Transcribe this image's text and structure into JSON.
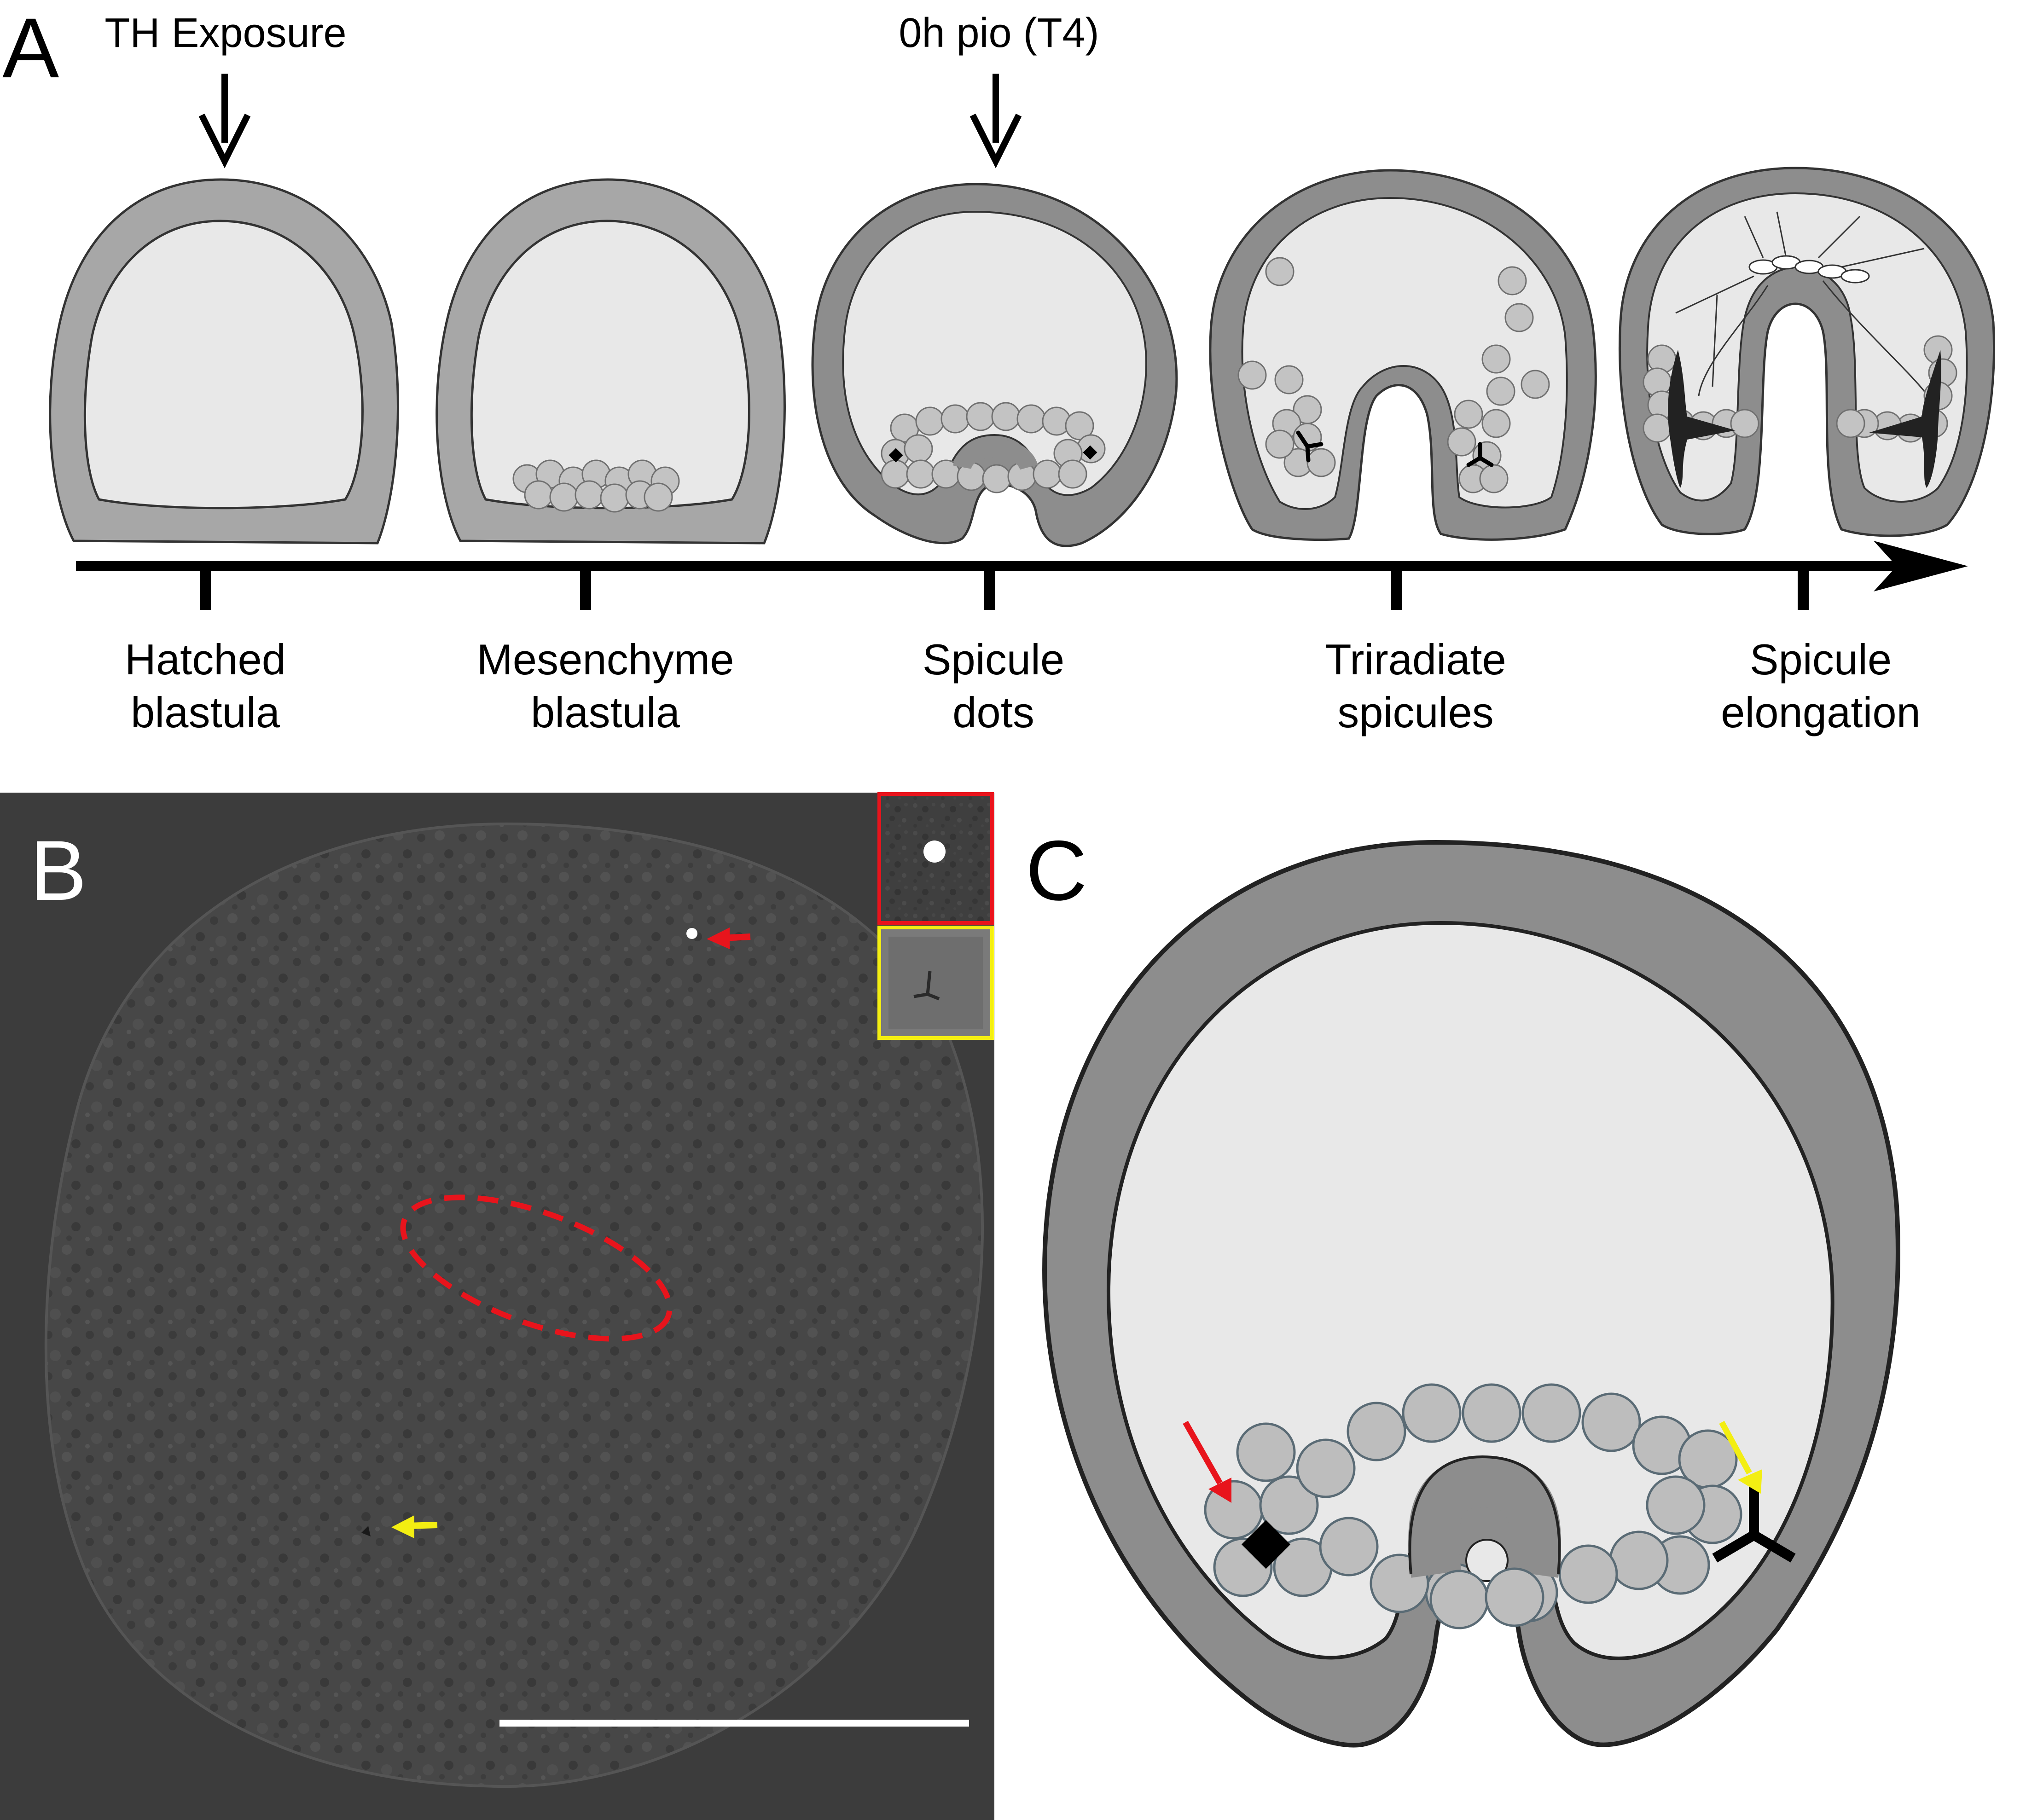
{
  "panel_a": {
    "letter": "A",
    "annotation_left": "TH Exposure",
    "annotation_mid": "0h pio (T4)",
    "stages": [
      {
        "line1": "Hatched",
        "line2": "blastula"
      },
      {
        "line1": "Mesenchyme",
        "line2": "blastula"
      },
      {
        "line1": "Spicule",
        "line2": "dots"
      },
      {
        "line1": "Triradiate",
        "line2": "spicules"
      },
      {
        "line1": "Spicule",
        "line2": "elongation"
      }
    ]
  },
  "panel_b": {
    "letter": "B"
  },
  "panel_c": {
    "letter": "C"
  },
  "colors": {
    "wall": "#8d8d8d",
    "wall_light": "#a7a7a7",
    "interior": "#e9e9e9",
    "cell": "#c3c3c3",
    "micrograph": "#3c3c3c",
    "red": "#e8141c",
    "yellow": "#f3ee12"
  }
}
